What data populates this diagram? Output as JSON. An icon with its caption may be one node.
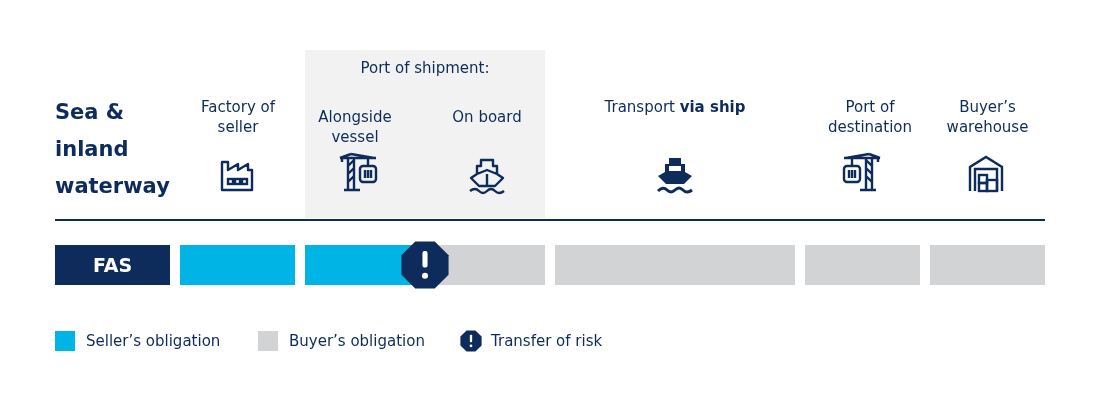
{
  "diagram": {
    "nodes": [
      {
        "text": [
          "Port of shipment:",
          "Alongside vessel",
          "On board"
        ]
      },
      {
        "text": [
          "FAS"
        ]
      },
      {
        "text": [],
        "shape": "bar"
      },
      {
        "text": [],
        "shape": "bar"
      },
      {
        "text": [],
        "shape": "bar"
      },
      {
        "text": [],
        "shape": "bar"
      },
      {
        "text": [],
        "shape": "bar"
      }
    ],
    "labels": [
      "Sea & inland waterway",
      "Factory of seller",
      "Transport **via ship**",
      "Port of destination",
      "Buyer’s warehouse"
    ],
    "legend": [
      {
        "text": "Seller’s obligation",
        "color": "#00b5e6"
      },
      {
        "text": "Buyer’s obligation",
        "color": "#d1d3d4"
      },
      {
        "text": "Transfer of risk"
      }
    ]
  }
}
